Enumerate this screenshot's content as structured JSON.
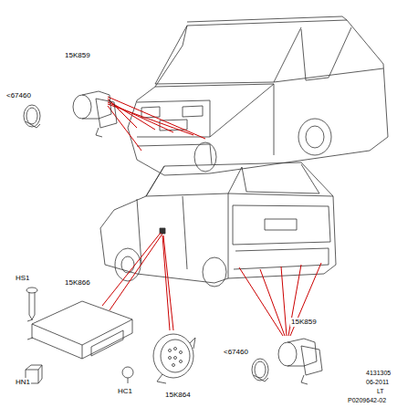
{
  "diagram": {
    "labels": [
      "15K859",
      "<67460",
      "HS1",
      "15K866",
      "HN1",
      "HC1",
      "15K864",
      "<67460",
      "15K859",
      "4131305",
      "06-2011",
      "LT",
      "P0209642-02"
    ]
  }
}
